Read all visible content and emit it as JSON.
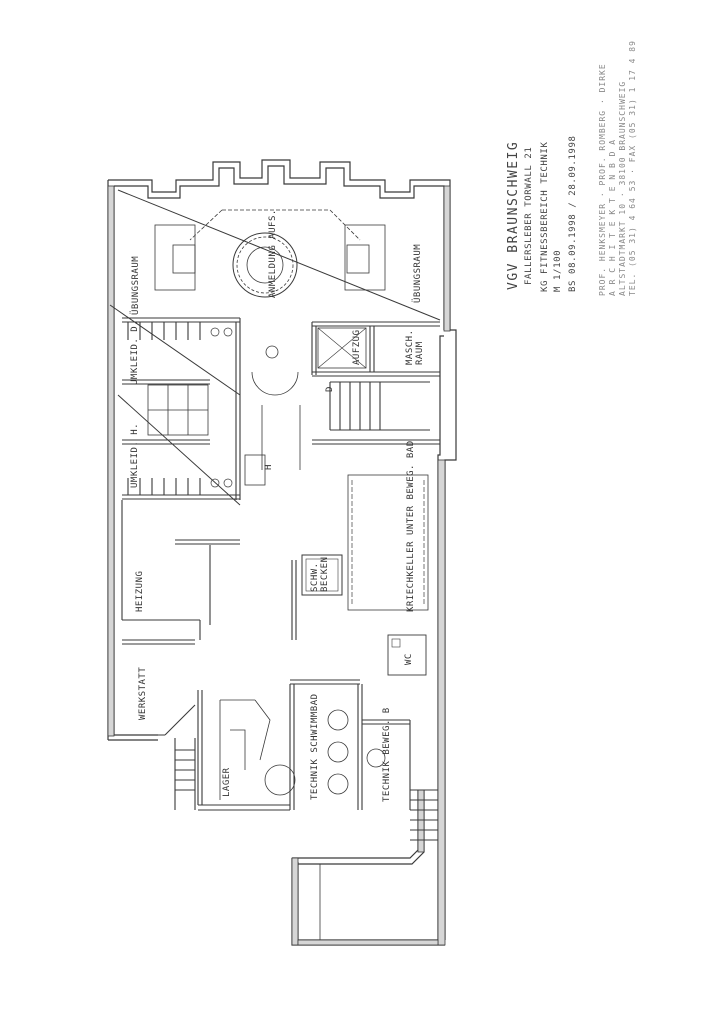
{
  "title_block": {
    "client": "VGV BRAUNSCHWEIG",
    "address": "FALLERSLEBER TORWALL 21",
    "drawing": "KG FITNESSBEREICH TECHNIK",
    "scale": "M 1/100",
    "date": "BS 08.09.1998 / 28.09.1998",
    "architect_line1": "PROF. HENKSMEYER · PROF. ROMBERG · DIRKE",
    "architect_line2": "A R C H I T E K T E N   B D A",
    "architect_line3": "ALTSTADTMARKT 10 · 38100 BRAUNSCHWEIG",
    "architect_line4": "TEL. (05 31) 4 64 53 · FAX (05 31) 1 17 4 89"
  },
  "rooms": {
    "uebungsraum_left": "ÜBUNGSRAUM",
    "uebungsraum_right": "ÜBUNGSRAUM",
    "anmeldung": "ANMELDUNG AUFS.",
    "umkleid_d": "UMKLEID. D.",
    "umkleid_h": "UMKLEID. H.",
    "aufzug": "AUFZUG",
    "masch_raum": "MASCH.\nRAUM",
    "d": "D",
    "h": "H",
    "heizung": "HEIZUNG",
    "schw_becken": "SCHW.\nBECKEN",
    "kriechkeller": "KRIECHKELLER UNTER BEWEG. BAD",
    "wc": "WC",
    "werkstatt": "WERKSTATT",
    "lager": "LAGER",
    "technik_schwimmbad": "TECHNIK SCHWIMMBAD",
    "technik_beweg": "TECHNIK BEWEG. B"
  },
  "colors": {
    "ink": "#3a3a3a",
    "wall_fill": "#d6d6d6",
    "paper": "#ffffff"
  }
}
